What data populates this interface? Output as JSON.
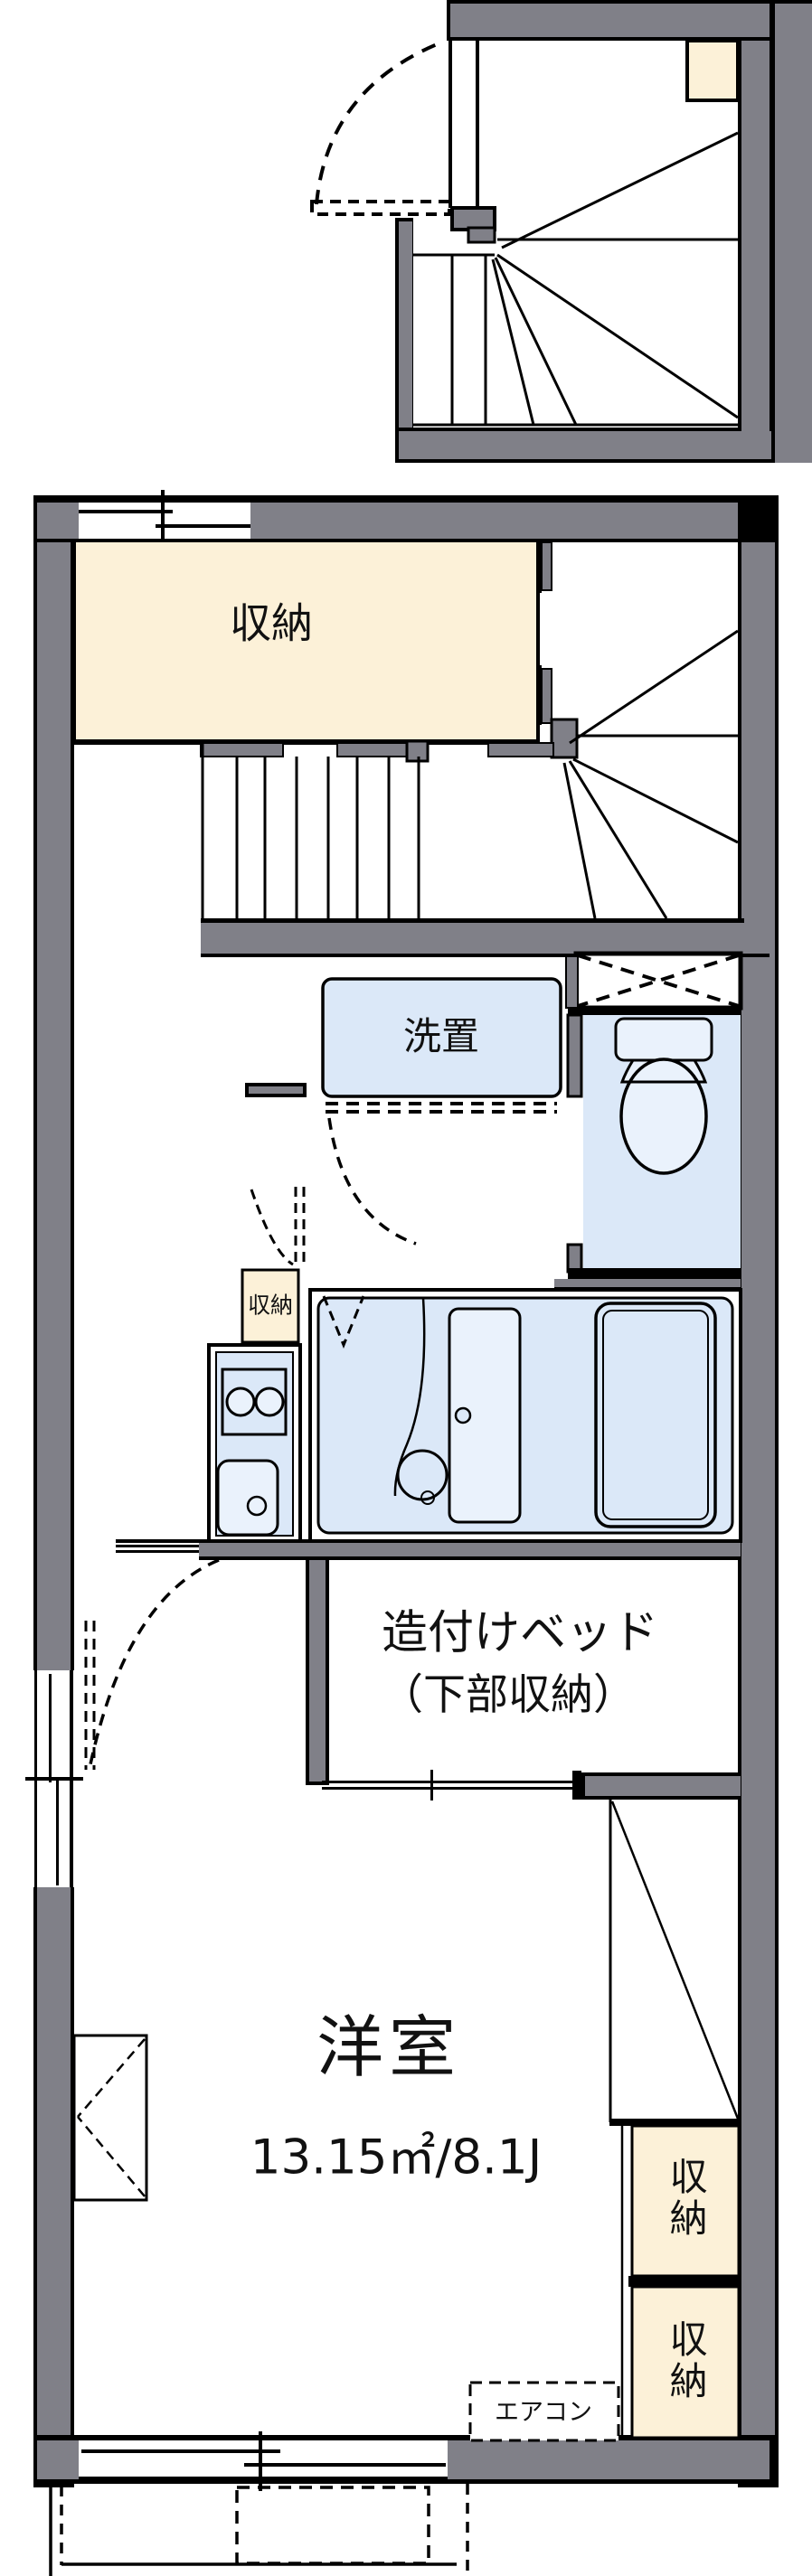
{
  "floor_plan": {
    "labels": {
      "storage_top": "収納",
      "washer_space": "洗置",
      "storage_small": "収納",
      "built_in_bed_line1": "造付けベッド",
      "built_in_bed_line2": "（下部収納）",
      "western_room_name": "洋室",
      "western_room_area": "13.15㎡/8.1J",
      "closet_upper": "収納",
      "closet_lower": "収納",
      "air_conditioner": "エアコン"
    },
    "colors": {
      "wall_fill": "#808088",
      "outline": "#000000",
      "storage_fill": "#fcf1d8",
      "wet_area_fill": "#dbe8f8",
      "fixture_fill": "#eaf2fc",
      "background": "#ffffff"
    }
  }
}
